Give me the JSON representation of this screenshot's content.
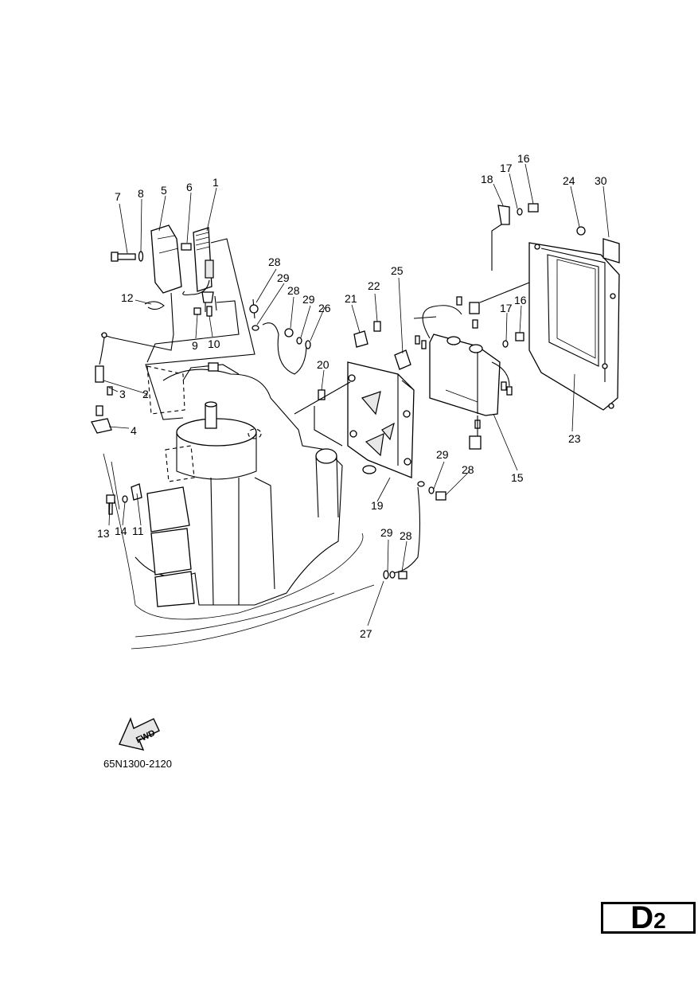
{
  "diagram": {
    "code": "65N1300-2120",
    "page_letter": "D",
    "page_number": "2",
    "fwd_label": "FWD",
    "callouts": {
      "c1": "1",
      "c2": "2",
      "c3": "3",
      "c4": "4",
      "c5": "5",
      "c6": "6",
      "c7": "7",
      "c8": "8",
      "c9": "9",
      "c10": "10",
      "c11": "11",
      "c12": "12",
      "c13": "13",
      "c14": "14",
      "c15": "15",
      "c16": "16",
      "c17": "17",
      "c18": "18",
      "c19": "19",
      "c20": "20",
      "c21": "21",
      "c22": "22",
      "c23": "23",
      "c24": "24",
      "c25": "25",
      "c26": "26",
      "c27": "27",
      "c28": "28",
      "c29": "29",
      "c30": "30"
    }
  }
}
